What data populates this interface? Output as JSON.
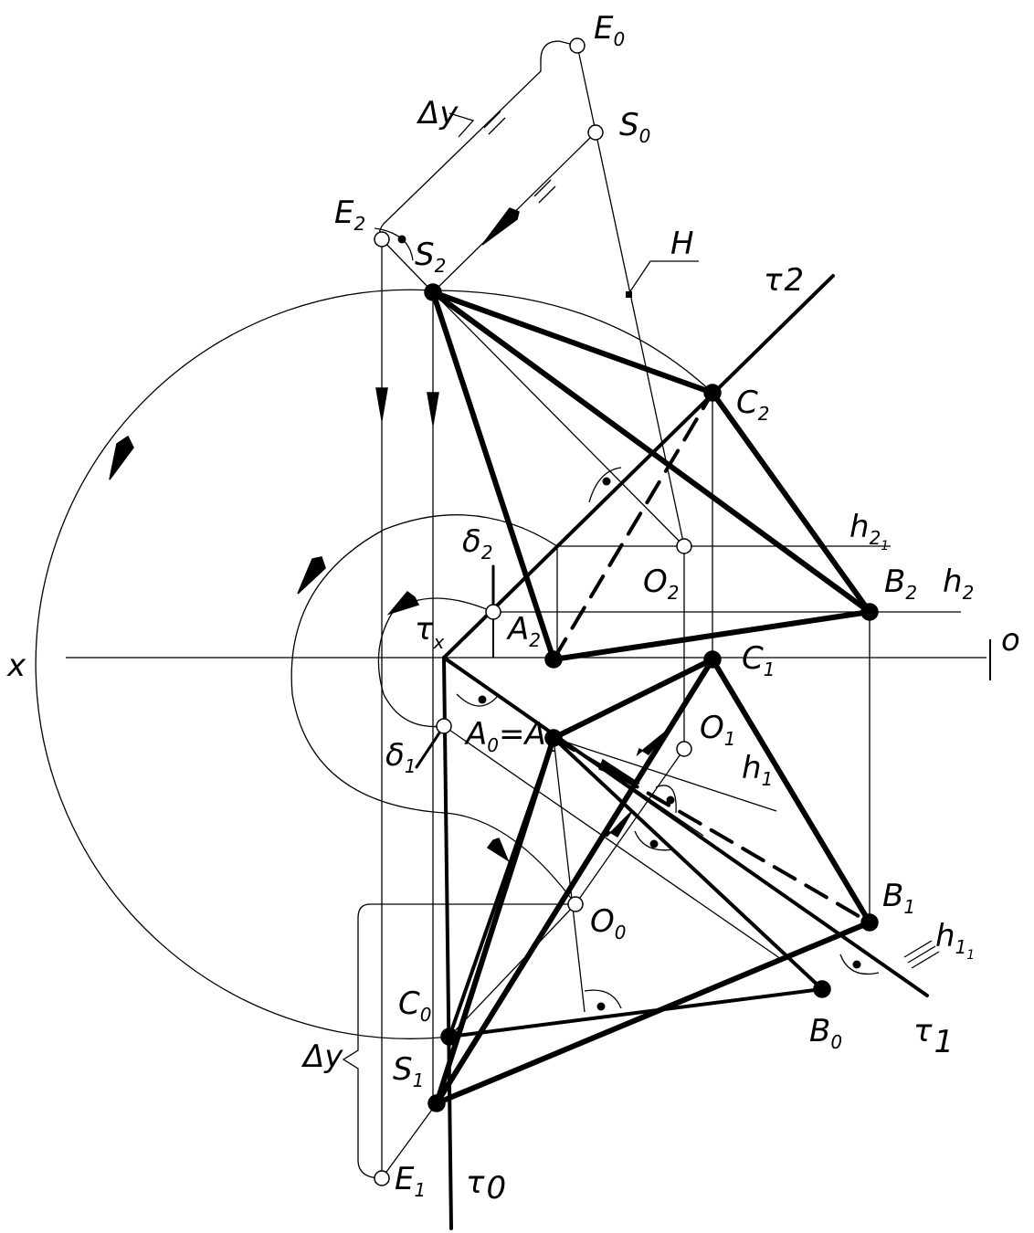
{
  "labels": {
    "E0": {
      "main": "E",
      "sub": "0"
    },
    "S0": {
      "main": "S",
      "sub": "0"
    },
    "dy_top": "Δy",
    "E2": {
      "main": "E",
      "sub": "2"
    },
    "S2": {
      "main": "S",
      "sub": "2"
    },
    "H": "H",
    "T2": {
      "main": "τ",
      "sub": "2"
    },
    "C2": {
      "main": "C",
      "sub": "2"
    },
    "h21": {
      "main": "h",
      "sub": "2",
      "subsub": "1"
    },
    "O2": {
      "main": "O",
      "sub": "2"
    },
    "B2": {
      "main": "B",
      "sub": "2"
    },
    "h2": {
      "main": "h",
      "sub": "2"
    },
    "d2": {
      "main": "δ",
      "sub": "2"
    },
    "A2": {
      "main": "A",
      "sub": "2"
    },
    "x": "x",
    "Tx": {
      "main": "τ",
      "sub": "x"
    },
    "o": "o",
    "C1": {
      "main": "C",
      "sub": "1"
    },
    "A0A1": {
      "a": "A",
      "asub": "0",
      "eq": "=A",
      "bsub": "1"
    },
    "O1": {
      "main": "O",
      "sub": "1"
    },
    "h1": {
      "main": "h",
      "sub": "1"
    },
    "d1": {
      "main": "δ",
      "sub": "1"
    },
    "B1": {
      "main": "B",
      "sub": "1"
    },
    "O0": {
      "main": "O",
      "sub": "0"
    },
    "h11": {
      "main": "h",
      "sub": "1",
      "subsub": "1"
    },
    "C0": {
      "main": "C",
      "sub": "0"
    },
    "B0": {
      "main": "B",
      "sub": "0"
    },
    "T1": {
      "main": "τ",
      "sub": "1"
    },
    "dy_bottom": "Δy",
    "S1": {
      "main": "S",
      "sub": "1"
    },
    "E1": {
      "main": "E",
      "sub": "1"
    },
    "T0": {
      "main": "τ",
      "sub": "0"
    }
  }
}
